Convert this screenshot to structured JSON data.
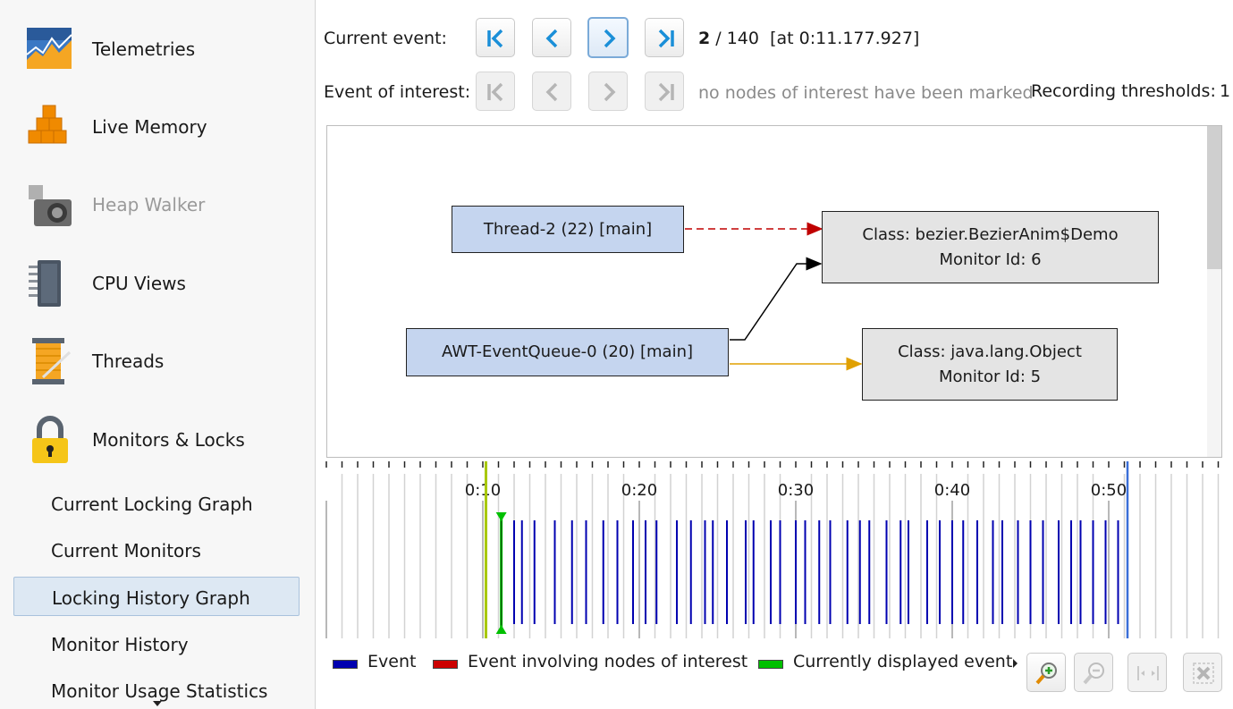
{
  "sidebar": {
    "items": [
      {
        "label": "Telemetries",
        "icon": "telemetry-chart-icon",
        "disabled": false
      },
      {
        "label": "Live Memory",
        "icon": "stacked-cubes-icon",
        "disabled": false
      },
      {
        "label": "Heap Walker",
        "icon": "camera-icon",
        "disabled": true
      },
      {
        "label": "CPU Views",
        "icon": "cpu-chip-icon",
        "disabled": false
      },
      {
        "label": "Threads",
        "icon": "thread-spool-icon",
        "disabled": false
      },
      {
        "label": "Monitors & Locks",
        "icon": "padlock-icon",
        "disabled": false
      }
    ],
    "subitems": [
      {
        "label": "Current Locking Graph",
        "selected": false
      },
      {
        "label": "Current Monitors",
        "selected": false
      },
      {
        "label": "Locking History Graph",
        "selected": true
      },
      {
        "label": "Monitor History",
        "selected": false
      },
      {
        "label": "Monitor Usage Statistics",
        "selected": false
      }
    ]
  },
  "toolbar": {
    "current_event_label": "Current event:",
    "event_interest_label": "Event of interest:",
    "current_index": "2",
    "total_events": "/ 140",
    "time_text": "[at 0:11.177.927]",
    "no_nodes_text": "no nodes of interest have been marked",
    "thresholds_label": "Recording thresholds:",
    "thresholds_value": "1"
  },
  "graph": {
    "nodes": {
      "thread2": "Thread-2 (22) [main]",
      "awt": "AWT-EventQueue-0 (20) [main]",
      "demo_class": "Class: bezier.BezierAnim$Demo",
      "demo_monitor": "Monitor Id: 6",
      "object_class": "Class: java.lang.Object",
      "object_monitor": "Monitor Id: 5"
    },
    "colors": {
      "thread": "#c5d5ef",
      "monitor": "#e4e4e4",
      "wait_edge": "#c00000",
      "owner_edge": "#000000",
      "request_edge": "#e0a000"
    }
  },
  "timeline": {
    "tick_labels": [
      "0:10",
      "0:20",
      "0:30",
      "0:40",
      "0:50"
    ],
    "tick_seconds": [
      10,
      20,
      30,
      40,
      50
    ],
    "start_seconds": 0,
    "current_event_seconds": 11.18,
    "event_seconds": [
      12.0,
      12.5,
      13.3,
      14.6,
      15.7,
      16.6,
      17.7,
      18.6,
      19.6,
      20.4,
      21.1,
      22.4,
      23.3,
      24.2,
      24.7,
      25.6,
      26.8,
      27.3,
      28.4,
      29.0,
      30.0,
      30.6,
      31.5,
      32.2,
      33.3,
      34.1,
      34.7,
      35.8,
      36.7,
      37.2,
      38.4,
      39.2,
      40.0,
      40.7,
      41.6,
      42.6,
      43.2,
      44.2,
      45.0,
      45.8,
      46.8,
      47.6,
      48.2,
      49.0,
      49.8,
      50.6
    ],
    "colors": {
      "event": "#0000b0",
      "interest": "#cc0000",
      "current": "#00c000"
    }
  },
  "legend": {
    "event": "Event",
    "interest": "Event involving nodes of interest",
    "current": "Currently displayed event"
  },
  "tools": {
    "zoom_in": "zoom-in-icon",
    "zoom_out": "zoom-out-icon",
    "fit": "fit-width-icon",
    "reset": "reset-zoom-icon"
  }
}
